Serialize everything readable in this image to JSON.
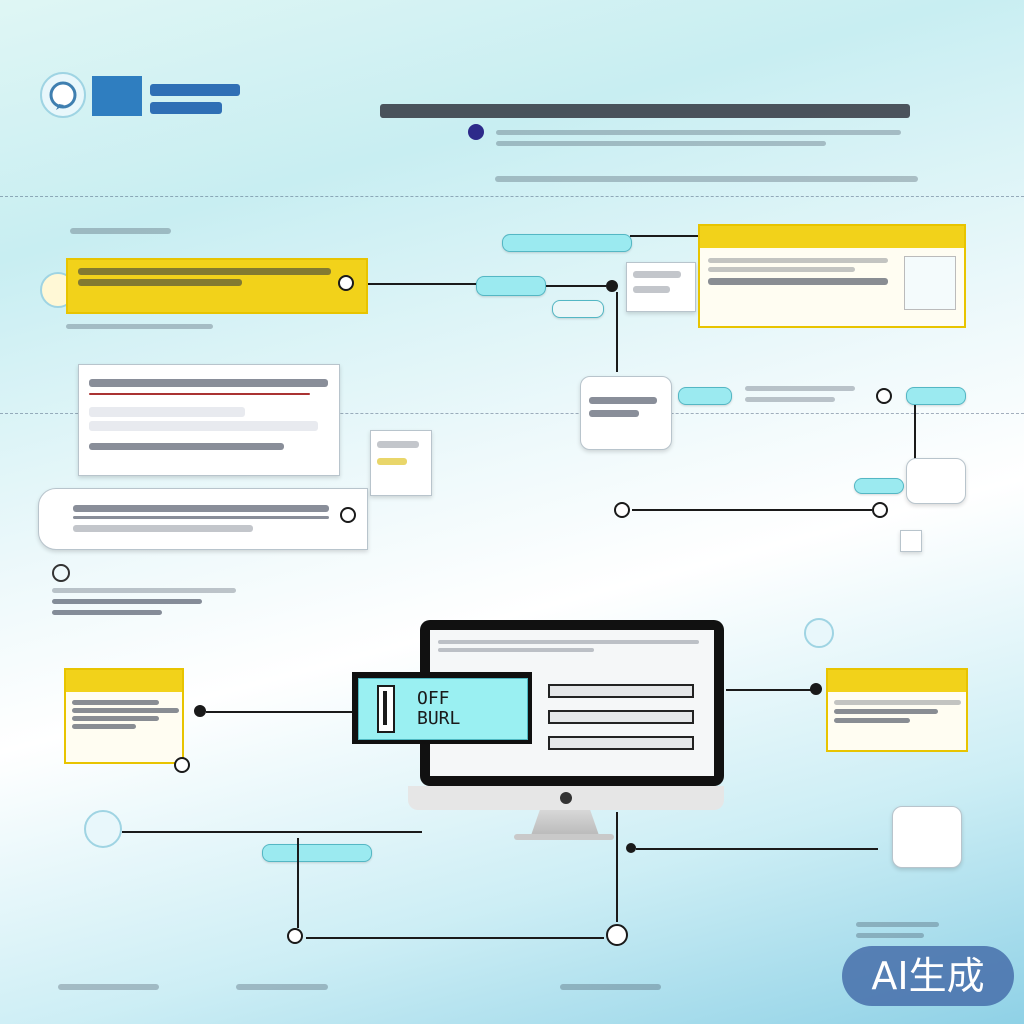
{
  "header": {
    "title": "",
    "subtitle": "",
    "meta_line": "",
    "logo_icon": "chat-bubble-icon"
  },
  "monitor": {
    "panel_line1": "OFF",
    "panel_line2": "BURL",
    "brand_icon": "apple-icon"
  },
  "badge": {
    "label": "AI生成"
  },
  "colors": {
    "accent_yellow": "#f2d21a",
    "accent_cyan": "#9beaf0",
    "line": "#1a1a1a",
    "title": "#3a3a8a"
  }
}
